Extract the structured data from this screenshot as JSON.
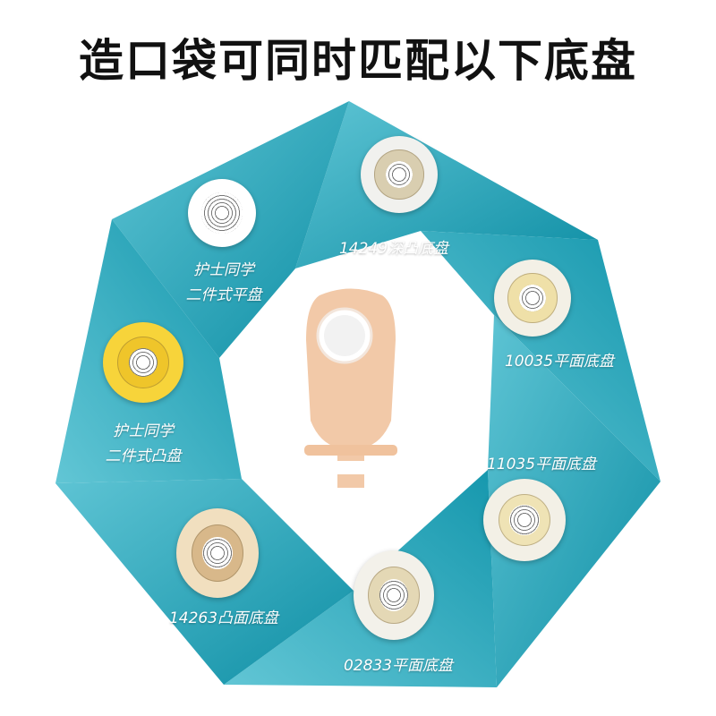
{
  "title": "造口袋可同时匹配以下底盘",
  "colors": {
    "teal_dark": "#0f8fa5",
    "teal_light": "#5cc3d3",
    "pouch": "#f2c9a8"
  },
  "center_product": "ostomy-pouch",
  "items": [
    {
      "label": "14249深凸底盘"
    },
    {
      "label": "10035平面底盘"
    },
    {
      "label": "11035平面底盘"
    },
    {
      "label": "02833平面底盘"
    },
    {
      "label": "14263凸面底盘"
    },
    {
      "label_line1": "护士同学",
      "label_line2": "二件式凸盘"
    },
    {
      "label_line1": "护士同学",
      "label_line2": "二件式平盘"
    }
  ]
}
